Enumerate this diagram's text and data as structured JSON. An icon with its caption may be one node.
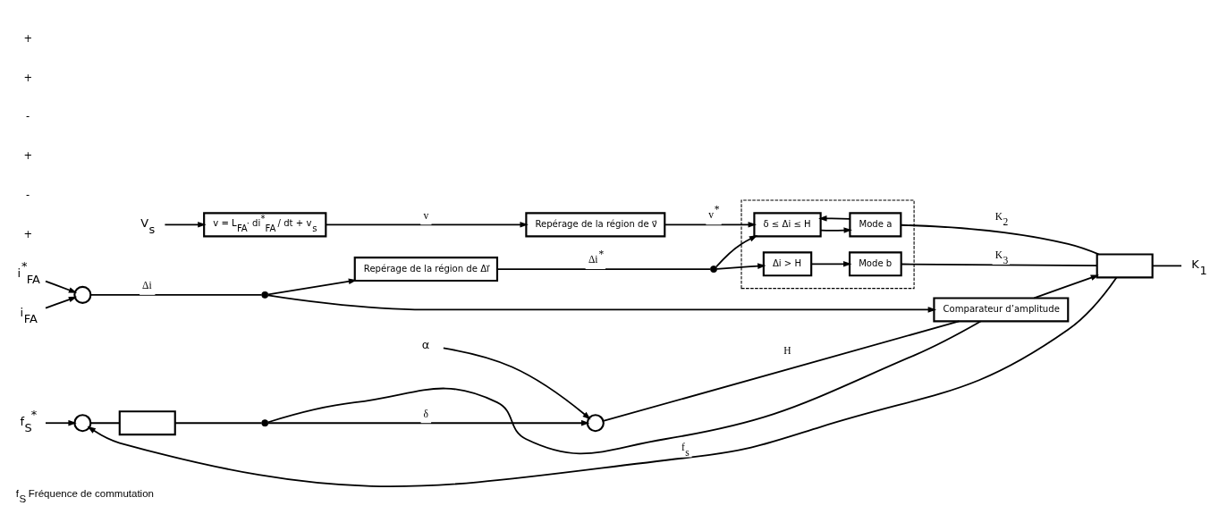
{
  "diagram": {
    "caption": "f$_{S}$ Fréquence de commutation",
    "nodes": [
      {
        "text": [
          "V$_{s}$"
        ]
      },
      {
        "text": [
          "v = L$_{FA}$· di$^{*}$$_{FA}$ / dt + v$_{s}$"
        ]
      },
      {
        "text": [
          "Repérage de la région de v⃗"
        ]
      },
      {
        "text": [
          "i$^{*}$$_{FA}$"
        ]
      },
      {
        "text": [
          "i$_{FA}$"
        ]
      },
      {
        "text": [],
        "shape": "circle"
      },
      {
        "text": [],
        "shape": "dot"
      },
      {
        "text": [
          "Repérage de la région de Δi⃗"
        ]
      },
      {
        "text": [
          "Comparateur d’amplitude"
        ]
      },
      {
        "text": [
          "f$_{S}$$^{*}$"
        ]
      },
      {
        "text": [],
        "shape": "circle"
      },
      {
        "text": [],
        "shape": "box"
      },
      {
        "text": [],
        "shape": "dot"
      },
      {
        "text": [
          "α"
        ]
      },
      {
        "text": [],
        "shape": "circle"
      },
      {
        "text": [],
        "shape": "dot"
      },
      {
        "text": [],
        "shape": "box"
      },
      {
        "text": [
          "δ ≤ Δi ≤ H"
        ],
        "in": 16
      },
      {
        "text": [
          "Mode a"
        ],
        "in": 16
      },
      {
        "text": [
          "Mode b"
        ],
        "in": 16
      },
      {
        "text": [
          "Δi > H"
        ],
        "in": 16
      },
      {
        "text": [],
        "shape": "box"
      },
      {
        "text": [
          "K$_{1}$"
        ]
      }
    ],
    "edges": [
      {
        "from": 0,
        "to": 1,
        "arrow": "to"
      },
      {
        "from": 1,
        "to": 2,
        "arrow": "to",
        "label": "v"
      },
      {
        "from": 2,
        "to": 17,
        "arrow": "to",
        "label": "v$^{*}$"
      },
      {
        "from": 3,
        "to": 5,
        "arrow": "to"
      },
      {
        "from": 4,
        "to": 5,
        "arrow": "to"
      },
      {
        "from": 5,
        "to": 6,
        "arrow": "none",
        "label": "Δi"
      },
      {
        "from": 6,
        "to": 7,
        "arrow": "to"
      },
      {
        "from": 6,
        "to": 8,
        "arrow": "to"
      },
      {
        "from": 7,
        "to": 15,
        "arrow": "none",
        "label": "Δi$^{*}$"
      },
      {
        "from": 15,
        "to": 17,
        "arrow": "to"
      },
      {
        "from": 15,
        "to": 20,
        "arrow": "to"
      },
      {
        "from": 17,
        "to": 18,
        "arrow": "to"
      },
      {
        "from": 20,
        "to": 19,
        "arrow": "to"
      },
      {
        "from": 18,
        "to": 21,
        "arrow": "none",
        "label": "K$_{2}$"
      },
      {
        "from": 19,
        "to": 21,
        "arrow": "none",
        "label": "K$_{3}$"
      },
      {
        "from": 18,
        "to": 17,
        "arrow": "to"
      },
      {
        "from": 21,
        "to": 22,
        "arrow": "none"
      },
      {
        "from": 8,
        "to": 21,
        "arrow": "to"
      },
      {
        "from": 9,
        "to": 10,
        "arrow": "to"
      },
      {
        "from": 10,
        "to": 11,
        "arrow": "none"
      },
      {
        "from": 11,
        "to": 12,
        "arrow": "none"
      },
      {
        "from": 12,
        "to": 8,
        "arrow": "none"
      },
      {
        "from": 12,
        "to": 14,
        "arrow": "to",
        "label": "δ"
      },
      {
        "from": 13,
        "to": 14,
        "arrow": "to"
      },
      {
        "from": 14,
        "to": 8,
        "arrow": "none",
        "label": "H"
      },
      {
        "from": 21,
        "to": 10,
        "arrow": "to",
        "label": "f$_{s}$"
      }
    ],
    "labels": [
      "+",
      "-",
      "+",
      "-",
      "+",
      "+"
    ]
  }
}
